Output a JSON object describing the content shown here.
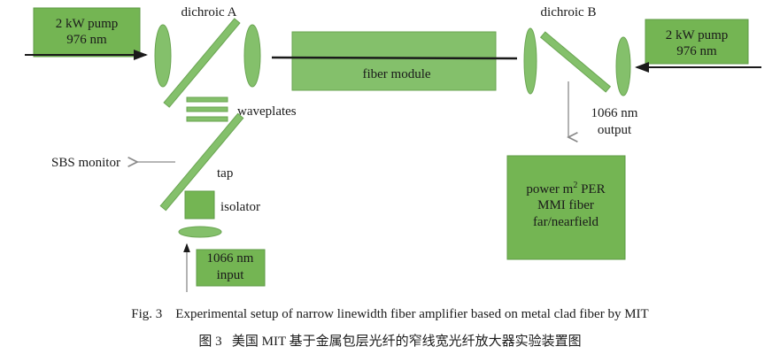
{
  "colors": {
    "box_fill": "#74b553",
    "box_stroke": "#5e9a46",
    "optic_fill": "#84c06b",
    "optic_stroke": "#6aa552",
    "beam": "#1a1a1a",
    "side_arrow": "#8a8a8a"
  },
  "diagram": {
    "pump_left": {
      "line1": "2 kW pump",
      "line2": "976 nm"
    },
    "pump_right": {
      "line1": "2 kW pump",
      "line2": "976 nm"
    },
    "dichroic_a_label": "dichroic A",
    "dichroic_b_label": "dichroic B",
    "fiber_module_label": "fiber module",
    "waveplates_label": "waveplates",
    "sbs_monitor_label": "SBS monitor",
    "tap_label": "tap",
    "isolator_label": "isolator",
    "input_box": {
      "line1": "1066 nm",
      "line2": "input"
    },
    "output_label": {
      "line1": "1066 nm",
      "line2": "output"
    },
    "diagnostics_box": {
      "line1_pre": "power m",
      "line1_sup": "2",
      "line1_post": " PER",
      "line2": "MMI fiber",
      "line3": "far/nearfield"
    }
  },
  "caption": {
    "english": "Fig. 3    Experimental setup of narrow linewidth fiber amplifier based on metal clad fiber by MIT",
    "chinese": "图 3   美国 MIT 基于金属包层光纤的窄线宽光纤放大器实验装置图"
  }
}
